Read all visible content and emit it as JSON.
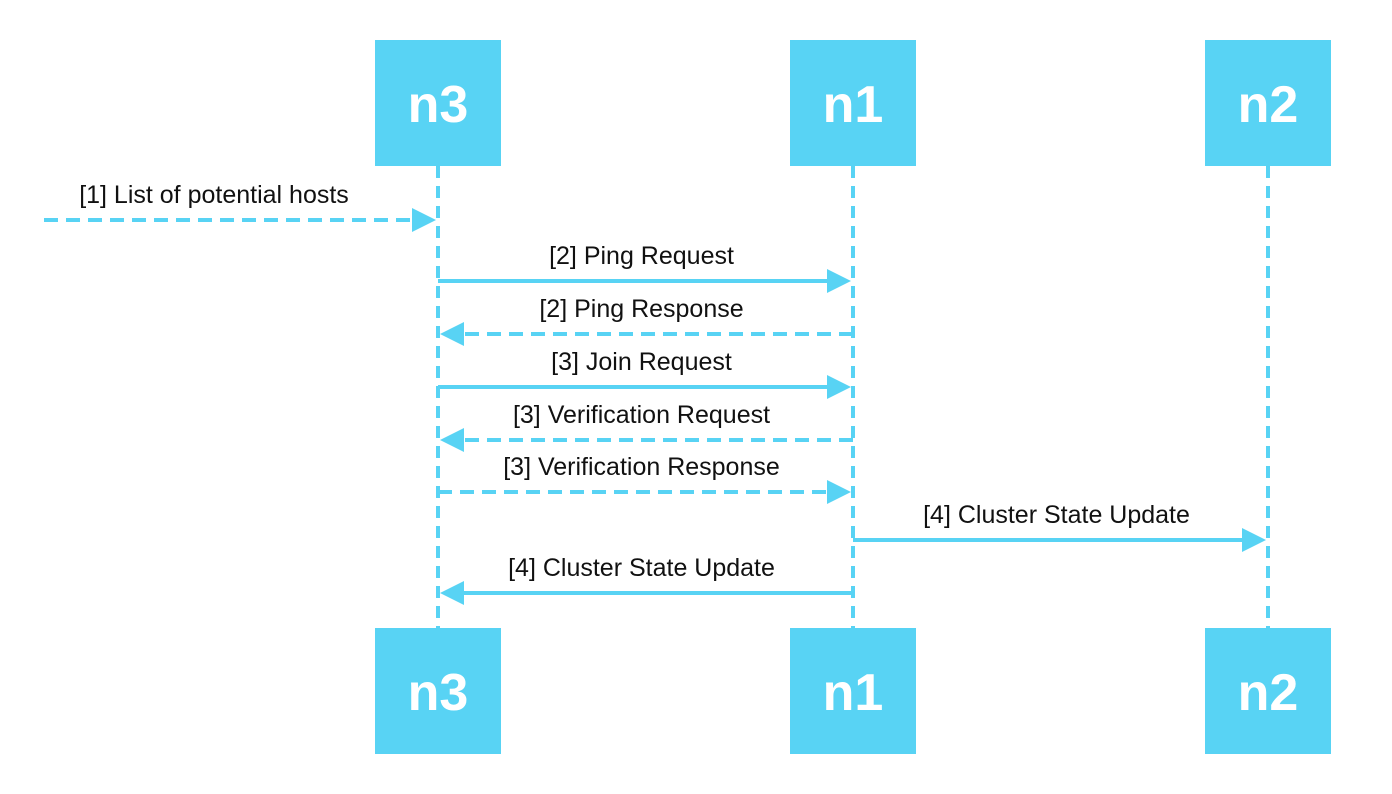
{
  "nodes": [
    {
      "id": "n3",
      "label": "n3"
    },
    {
      "id": "n1",
      "label": "n1"
    },
    {
      "id": "n2",
      "label": "n2"
    }
  ],
  "messages": [
    {
      "label": "[1] List of potential hosts",
      "from": "external",
      "to": "n3",
      "style": "dashed"
    },
    {
      "label": "[2] Ping Request",
      "from": "n3",
      "to": "n1",
      "style": "solid"
    },
    {
      "label": "[2] Ping Response",
      "from": "n1",
      "to": "n3",
      "style": "dashed"
    },
    {
      "label": "[3] Join Request",
      "from": "n3",
      "to": "n1",
      "style": "solid"
    },
    {
      "label": "[3] Verification Request",
      "from": "n1",
      "to": "n3",
      "style": "dashed"
    },
    {
      "label": "[3] Verification Response",
      "from": "n3",
      "to": "n1",
      "style": "dashed"
    },
    {
      "label": "[4] Cluster State Update",
      "from": "n1",
      "to": "n2",
      "style": "solid"
    },
    {
      "label": "[4] Cluster State Update",
      "from": "n1",
      "to": "n3",
      "style": "solid"
    }
  ],
  "colors": {
    "accent": "#58d3f4",
    "node_text": "#ffffff",
    "label_text": "#111111"
  }
}
